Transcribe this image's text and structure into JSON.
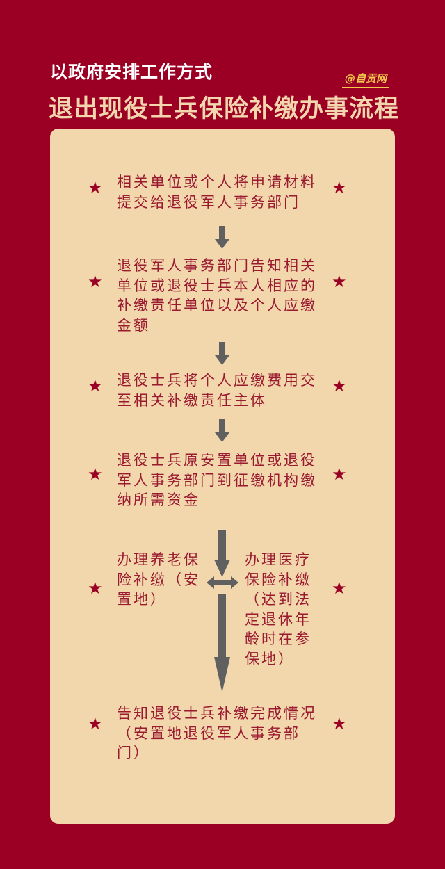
{
  "header": {
    "subtitle": "以政府安排工作方式",
    "title": "退出现役士兵保险补缴办事流程",
    "brand": "@自贡网"
  },
  "steps": [
    "相关单位或个人将申请材料提交给退役军人事务部门",
    "退役军人事务部门告知相关单位或退役士兵本人相应的补缴责任单位以及个人应缴金额",
    "退役士兵将个人应缴费用交至相关补缴责任主体",
    "退役士兵原安置单位或退役军人事务部门到征缴机构缴纳所需资金",
    "告知退役士兵补缴完成情况（安置地退役军人事务部门）"
  ],
  "branch": {
    "left": "办理养老保险补缴（安置地）",
    "right": "办理医疗保险补缴（达到法定退休年龄时在参保地）"
  },
  "colors": {
    "background": "#9b0024",
    "card": "#f2d7ad",
    "text": "#9a1a30",
    "arrow": "#606060"
  },
  "icons": {
    "star": "★"
  }
}
